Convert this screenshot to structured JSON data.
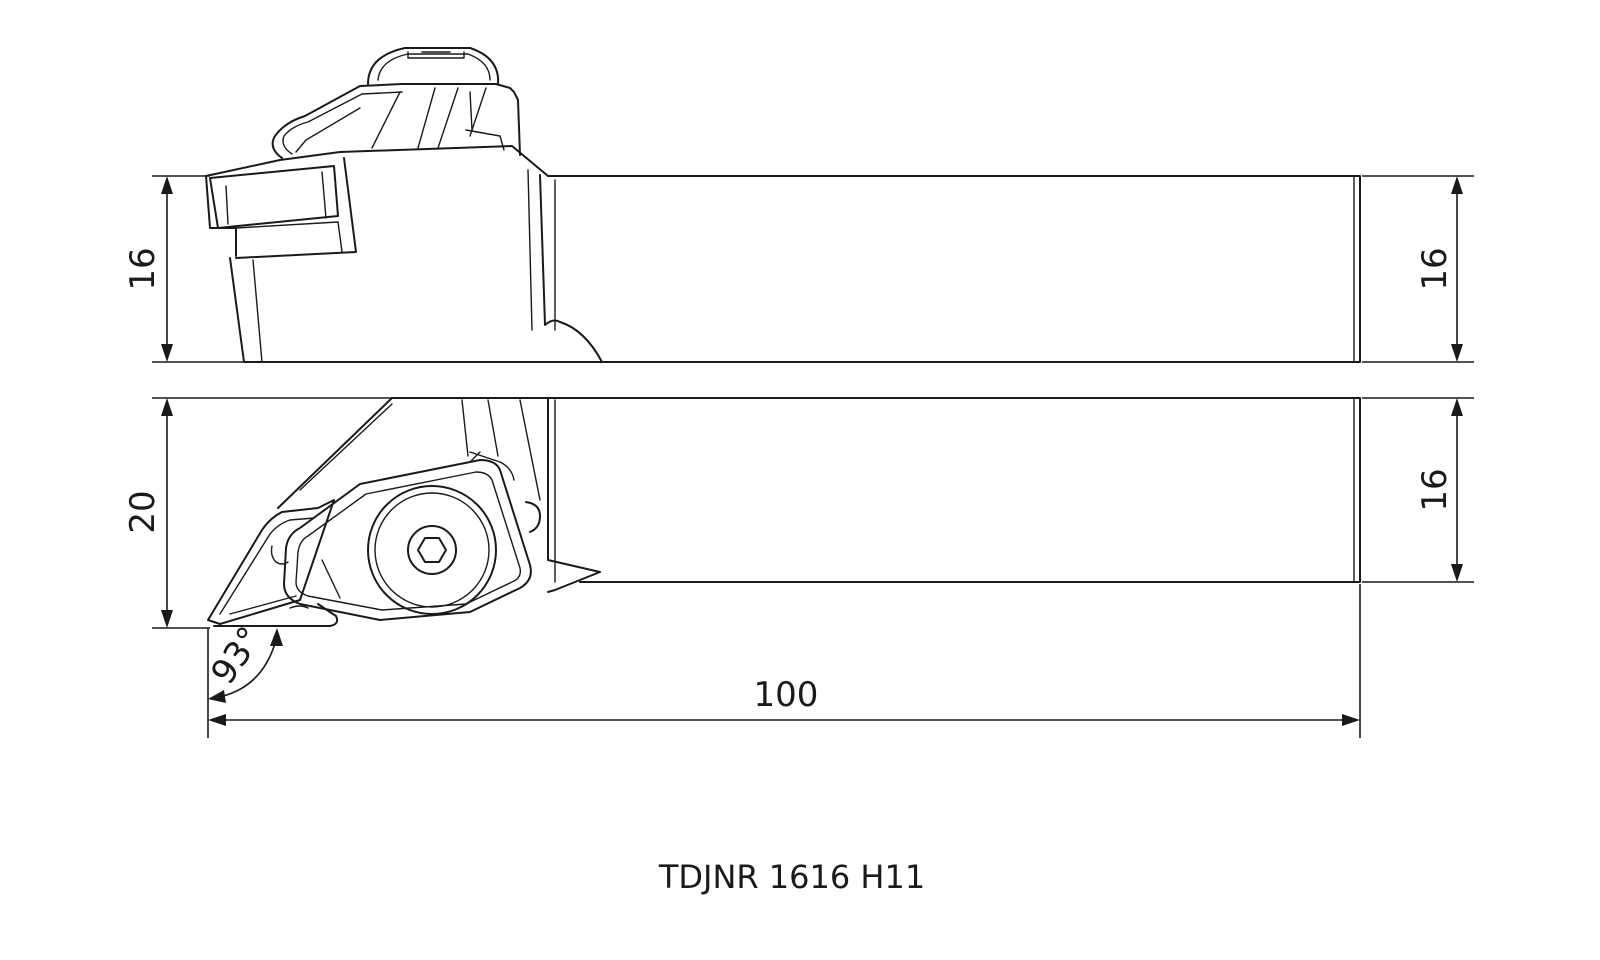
{
  "dimensions": {
    "side_height_left": "16",
    "side_height_right": "16",
    "top_width_left": "20",
    "top_width_right": "16",
    "total_length": "100",
    "angle": "93°"
  },
  "caption": "TDJNR 1616 H11"
}
